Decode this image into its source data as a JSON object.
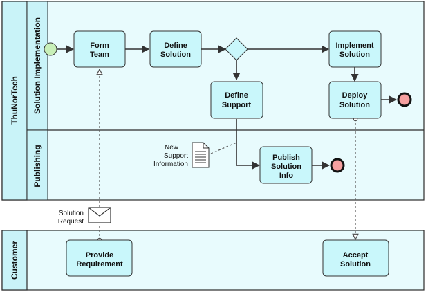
{
  "pools": {
    "thunortech": {
      "name": "ThuNorTech",
      "lanes": {
        "solution_implementation": "Solution Implementation",
        "publishing": "Publishing"
      }
    },
    "customer": {
      "name": "Customer"
    }
  },
  "tasks": {
    "form_team": [
      "Form",
      "Team"
    ],
    "define_solution": [
      "Define",
      "Solution"
    ],
    "implement_solution": [
      "Implement",
      "Solution"
    ],
    "define_support": [
      "Define",
      "Support"
    ],
    "deploy_solution": [
      "Deploy",
      "Solution"
    ],
    "publish_solution_info": [
      "Publish",
      "Solution",
      "Info"
    ],
    "provide_requirement": [
      "Provide",
      "Requirement"
    ],
    "accept_solution": [
      "Accept",
      "Solution"
    ]
  },
  "annotations": {
    "data_object": [
      "New",
      "Support",
      "Information"
    ],
    "message": [
      "Solution",
      "Request"
    ]
  },
  "colors": {
    "task_fill": "#c9f7fb",
    "pool_fill": "#e8fbfd",
    "header_fill": "#c9f3f8",
    "start_event": "#c8f0b8",
    "end_event": "#f5a0a0"
  }
}
